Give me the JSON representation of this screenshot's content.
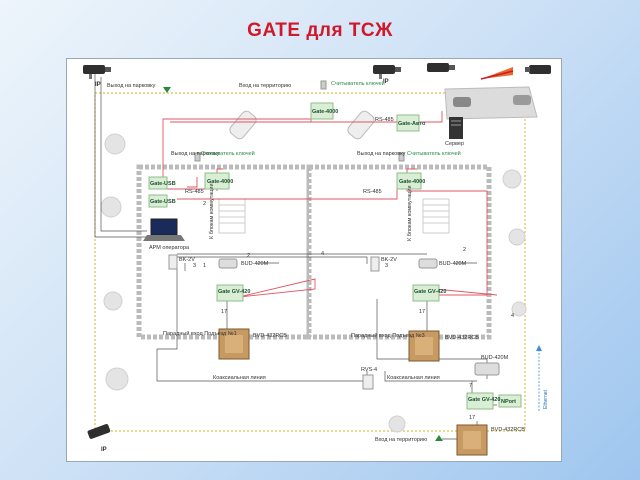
{
  "title": "GATE для ТСЖ",
  "labels": {
    "ip": "IP",
    "exit_parking_top": "Выход на парковку",
    "entry_territory_top": "Вход на территорию",
    "reader_top": "Считыватель ключей",
    "gate4000_top": "Gate-4000",
    "rs485_auto": "RS-485",
    "gate_auto": "Gate-Авто",
    "server": "Сервер",
    "exit_parking_left": "Выход на парковку",
    "reader_left": "Считыватель ключей",
    "exit_parking_right": "Выход на парковку",
    "reader_right": "Считыватель ключей",
    "gate4000_left": "Gate-4000",
    "gate4000_right": "Gate-4000",
    "rs485_left": "RS-485",
    "rs485_right": "RS-485",
    "gate_usb_1": "Gate-USB",
    "gate_usb_2": "Gate-USB",
    "arm": "АРМ оператора",
    "intercom_left": "К блокам коммутации",
    "intercom_right": "К блокам коммутации",
    "bk_left": "BK-2V",
    "bk_right": "BK-2V",
    "bud_left": "BUD-420M",
    "bud_right": "BUD-420M",
    "gv_left": "Gate GV-420",
    "gv_right": "Gate GV-420",
    "entrance_1": "Парадный вход Подъезд №1",
    "entrance_3": "Парадный вход Подъезд №3",
    "bvd_left": "BVD-432RCB",
    "bvd_right": "BVD-432RCB",
    "coax_left": "Коаксиальная линия",
    "coax_right": "Коаксиальная линия",
    "rvs": "RVS-4",
    "bud_gate": "BUD-420M",
    "gv_gate": "Gate GV-420",
    "nport": "NPort",
    "ethernet": "Ethernet",
    "bvd_gate": "BVD-432RCB",
    "entry_territory_bottom": "Вход на территорию",
    "n1": "1",
    "n2": "2",
    "n3": "3",
    "n4": "4",
    "n7": "7",
    "n17": "17"
  },
  "colors": {
    "title": "#d0182a",
    "network": "#e05563",
    "bus": "#444444",
    "fence": "#d8c24a",
    "gate_box": "#d9eed5",
    "ethernet": "#3b8fd6"
  }
}
